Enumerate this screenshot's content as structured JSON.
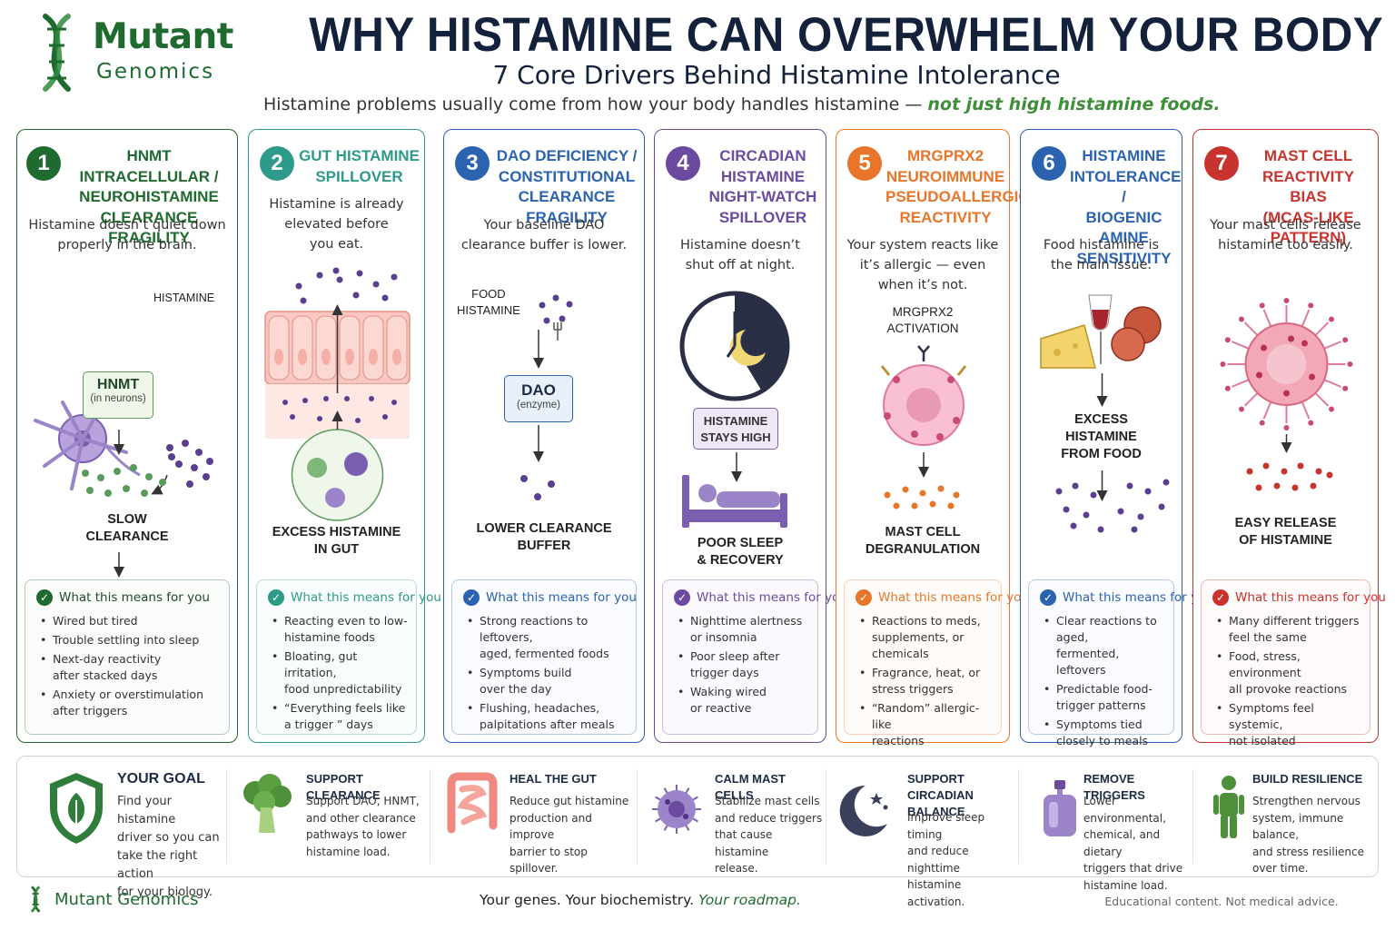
{
  "brand": {
    "line1": "Mutant",
    "line2": "Genomics",
    "footer_name": "Mutant Genomics"
  },
  "header": {
    "title": "WHY HISTAMINE CAN OVERWHELM YOUR BODY",
    "subtitle": "7 Core Drivers Behind Histamine Intolerance",
    "intro": "Histamine problems usually come from how your body handles histamine —",
    "intro_emphasis": "not just high histamine foods."
  },
  "means_heading": "What this means for you",
  "cards": [
    {
      "number": "1",
      "color": "#1f6b2f",
      "title": [
        "HNMT INTRACELLULAR /",
        "NEUROHISTAMINE",
        "CLEARANCE FRAGILITY"
      ],
      "desc": [
        "Histamine doesn’t quiet down",
        "properly in the brain."
      ],
      "labels": {
        "histamine": "HISTAMINE",
        "box": "HNMT",
        "box_sub": "(in neurons)"
      },
      "caption": [
        "SLOW",
        "CLEARANCE"
      ],
      "bullets": [
        [
          "Wired but tired"
        ],
        [
          "Trouble settling into sleep"
        ],
        [
          "Next-day reactivity",
          "after stacked days"
        ],
        [
          "Anxiety or overstimulation",
          "after triggers"
        ]
      ]
    },
    {
      "number": "2",
      "color": "#2e9a8a",
      "title": [
        "GUT HISTAMINE",
        "SPILLOVER"
      ],
      "desc": [
        "Histamine is already",
        "elevated before",
        "you eat."
      ],
      "labels": {},
      "caption": [
        "EXCESS HISTAMINE",
        "IN GUT"
      ],
      "bullets": [
        [
          "Reacting even to low-",
          "histamine foods"
        ],
        [
          "Bloating, gut irritation,",
          "food unpredictability"
        ],
        [
          "“Everything feels like",
          "a trigger ” days"
        ]
      ]
    },
    {
      "number": "3",
      "color": "#2c63b0",
      "title": [
        "DAO DEFICIENCY /",
        "CONSTITUTIONAL",
        "CLEARANCE FRAGILITY"
      ],
      "desc": [
        "Your baseline DAO",
        "clearance buffer is lower."
      ],
      "labels": {
        "food": "FOOD",
        "food2": "HISTAMINE",
        "box": "DAO",
        "box_sub": "(enzyme)"
      },
      "caption": [
        "LOWER CLEARANCE",
        "BUFFER"
      ],
      "bullets": [
        [
          "Strong reactions to leftovers,",
          "aged, fermented foods"
        ],
        [
          "Symptoms build",
          "over the day"
        ],
        [
          "Flushing, headaches,",
          "palpitations after meals"
        ]
      ]
    },
    {
      "number": "4",
      "color": "#6b4aa0",
      "title": [
        "CIRCADIAN",
        "HISTAMINE",
        "NIGHT-WATCH",
        "SPILLOVER"
      ],
      "desc": [
        "Histamine doesn’t",
        "shut off at night."
      ],
      "labels": {
        "box": "HISTAMINE",
        "box_sub": "STAYS HIGH"
      },
      "caption": [
        "POOR SLEEP",
        "& RECOVERY"
      ],
      "bullets": [
        [
          "Nighttime alertness",
          "or insomnia"
        ],
        [
          "Poor sleep after",
          "trigger days"
        ],
        [
          "Waking wired",
          "or reactive"
        ]
      ]
    },
    {
      "number": "5",
      "color": "#e8762a",
      "title": [
        "MRGPRX2",
        "NEUROIMMUNE",
        "PSEUDOALLERGIC",
        "REACTIVITY"
      ],
      "desc": [
        "Your system reacts like",
        "it’s allergic — even",
        "when it’s not."
      ],
      "labels": {
        "top": "MRGPRX2",
        "top2": "ACTIVATION"
      },
      "caption": [
        "MAST CELL",
        "DEGRANULATION"
      ],
      "bullets": [
        [
          "Reactions to meds,",
          "supplements, or chemicals"
        ],
        [
          "Fragrance, heat, or",
          "stress triggers"
        ],
        [
          "“Random” allergic-like",
          "reactions"
        ]
      ]
    },
    {
      "number": "6",
      "color": "#2c63b0",
      "title": [
        "HISTAMINE",
        "INTOLERANCE /",
        "BIOGENIC AMINE",
        "SENSITIVITY"
      ],
      "desc": [
        "Food histamine is",
        "the main issue."
      ],
      "labels": {},
      "caption": [
        "EXCESS",
        "HISTAMINE",
        "FROM FOOD"
      ],
      "bullets": [
        [
          "Clear reactions to aged,",
          "fermented, leftovers"
        ],
        [
          "Predictable food-",
          "trigger patterns"
        ],
        [
          "Symptoms tied",
          "closely to meals"
        ]
      ]
    },
    {
      "number": "7",
      "color": "#c8332d",
      "title": [
        "MAST CELL",
        "REACTIVITY BIAS",
        "(MCAS-LIKE PATTERN)"
      ],
      "desc": [
        "Your mast cells release",
        "histamine too easily."
      ],
      "labels": {},
      "caption": [
        "EASY RELEASE",
        "OF HISTAMINE"
      ],
      "bullets": [
        [
          "Many different triggers",
          "feel the same"
        ],
        [
          "Food, stress, environment",
          "all provoke reactions"
        ],
        [
          "Symptoms feel systemic,",
          "not isolated"
        ]
      ]
    }
  ],
  "bottom": [
    {
      "icon": "shield-leaf-icon",
      "title": "YOUR GOAL",
      "text": [
        "Find your histamine",
        "driver so you can",
        "take the right action",
        "for your biology."
      ]
    },
    {
      "icon": "broccoli-icon",
      "title": "SUPPORT CLEARANCE",
      "text": [
        "Support DAO, HNMT,",
        "and other clearance",
        "pathways to lower",
        "histamine load."
      ]
    },
    {
      "icon": "intestine-icon",
      "title": "HEAL THE GUT",
      "text": [
        "Reduce gut histamine",
        "production and improve",
        "barrier to stop",
        "spillover."
      ]
    },
    {
      "icon": "mast-cell-icon",
      "title": "CALM MAST CELLS",
      "text": [
        "Stabilize mast cells",
        "and reduce triggers",
        "that cause histamine",
        "release."
      ]
    },
    {
      "icon": "moon-stars-icon",
      "title": "SUPPORT CIRCADIAN BALANCE",
      "title_lines": [
        "SUPPORT CIRCADIAN",
        "BALANCE"
      ],
      "text": [
        "Improve sleep timing",
        "and reduce nighttime",
        "histamine activation."
      ]
    },
    {
      "icon": "perfume-bottle-icon",
      "title": "REMOVE TRIGGERS",
      "text": [
        "Lower environmental,",
        "chemical, and dietary",
        "triggers that drive",
        "histamine load."
      ]
    },
    {
      "icon": "person-icon",
      "title": "BUILD RESILIENCE",
      "text": [
        "Strengthen nervous",
        "system, immune balance,",
        "and stress resilience",
        "over time."
      ]
    }
  ],
  "footer": {
    "tagline": "Your genes. Your biochemistry.",
    "tagline_em": "Your roadmap.",
    "disclaimer": "Educational content. Not medical advice."
  }
}
